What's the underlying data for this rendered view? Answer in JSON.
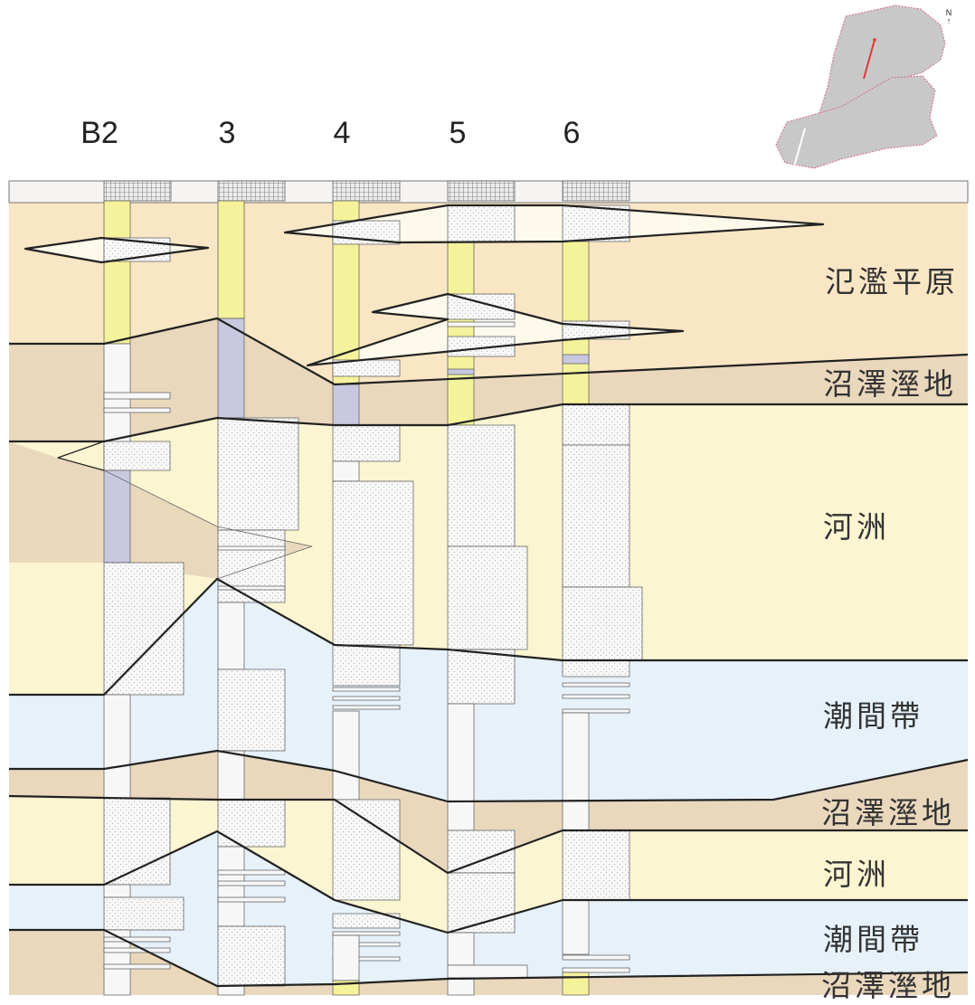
{
  "wells": [
    "B2",
    "3",
    "4",
    "5",
    "6"
  ],
  "units": {
    "floodplain": "氾濫平原",
    "swamp_upper": "沼澤溼地",
    "delta_upper": "河洲",
    "intertidal_upper": "潮間帶",
    "swamp_middle": "沼澤溼地",
    "delta_lower": "河洲",
    "intertidal_lower": "潮間帶",
    "swamp_lower": "沼澤溼地"
  },
  "north_arrow": {
    "label": "N"
  },
  "colors": {
    "floodplain": "#f9e6c5",
    "swamp": "#ead8bd",
    "delta": "#fcf5d2",
    "intertidal": "#e6f1fa",
    "lens": "#fdfaeb",
    "sand": "#f6f6f6",
    "clay": "#f5f29c",
    "peat": "#c8c8e0",
    "inset_land": "#c8c8c8",
    "inset_trace": "#e0393a"
  }
}
